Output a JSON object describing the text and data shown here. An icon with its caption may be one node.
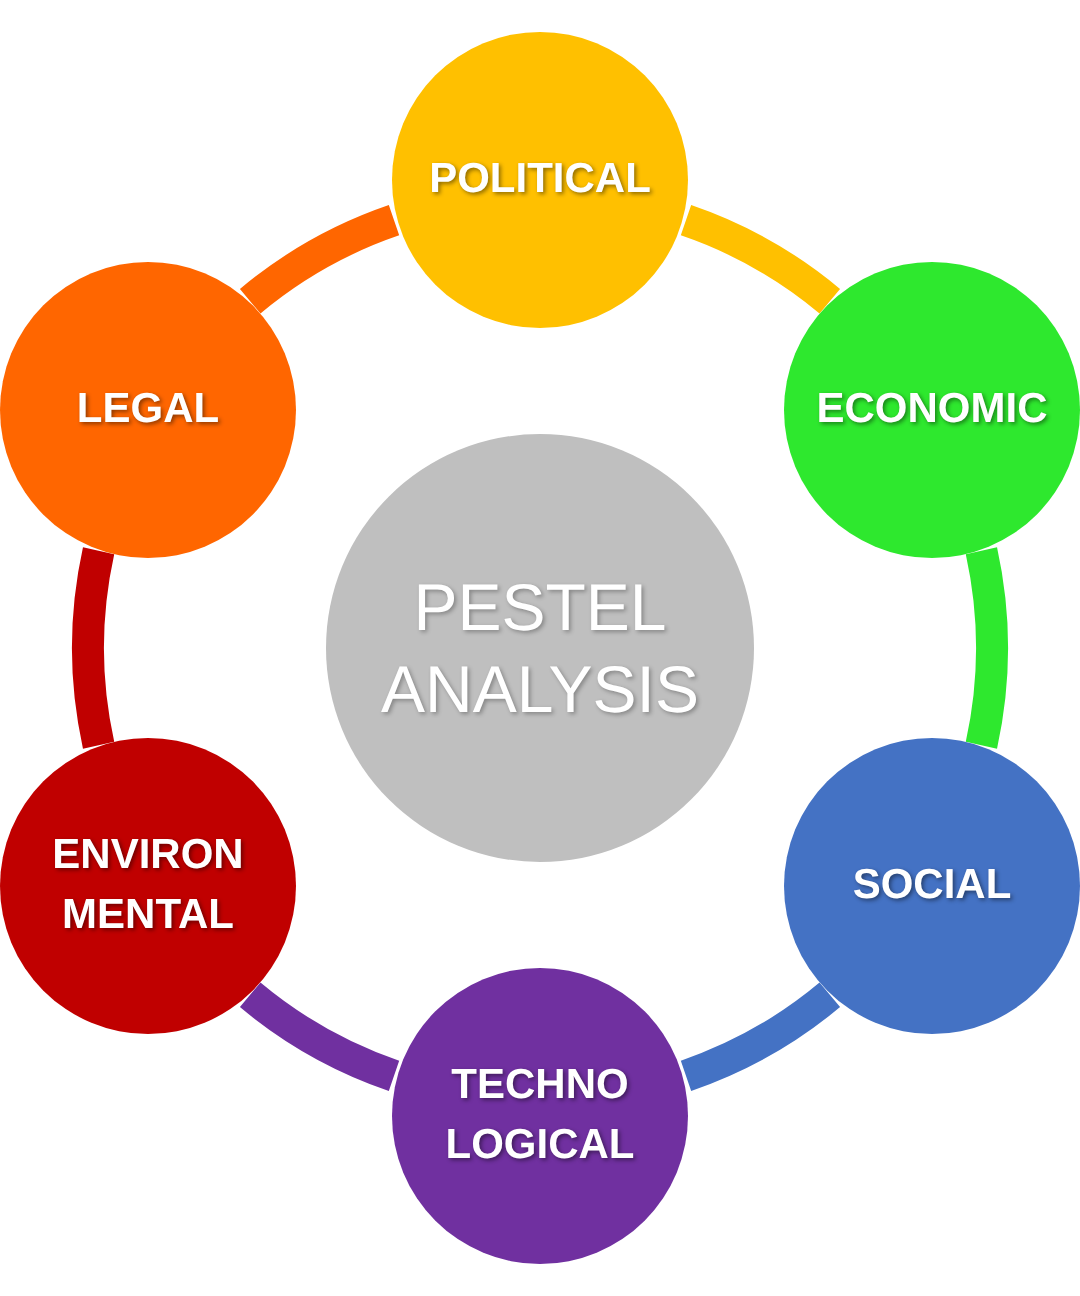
{
  "diagram": {
    "nodes": [
      {
        "text": [
          "PESTEL ANALYSIS"
        ]
      },
      {
        "text": [
          "POLITICAL"
        ]
      },
      {
        "text": [
          "ECONOMIC"
        ]
      },
      {
        "text": [
          "SOCIAL"
        ]
      },
      {
        "text": [
          "TECHNO LOGICAL"
        ]
      },
      {
        "text": [
          "ENVIRON MENTAL"
        ]
      },
      {
        "text": [
          "LEGAL"
        ]
      }
    ],
    "edges": [
      {
        "from": 1,
        "to": 2,
        "arrow": "none",
        "color": "#ffc000"
      },
      {
        "from": 2,
        "to": 3,
        "arrow": "none",
        "color": "#2ee82e"
      },
      {
        "from": 3,
        "to": 4,
        "arrow": "none",
        "color": "#4472c4"
      },
      {
        "from": 4,
        "to": 5,
        "arrow": "none",
        "color": "#7030a0"
      },
      {
        "from": 5,
        "to": 6,
        "arrow": "none",
        "color": "#c00000"
      },
      {
        "from": 6,
        "to": 1,
        "arrow": "none",
        "color": "#ff6600"
      }
    ]
  }
}
